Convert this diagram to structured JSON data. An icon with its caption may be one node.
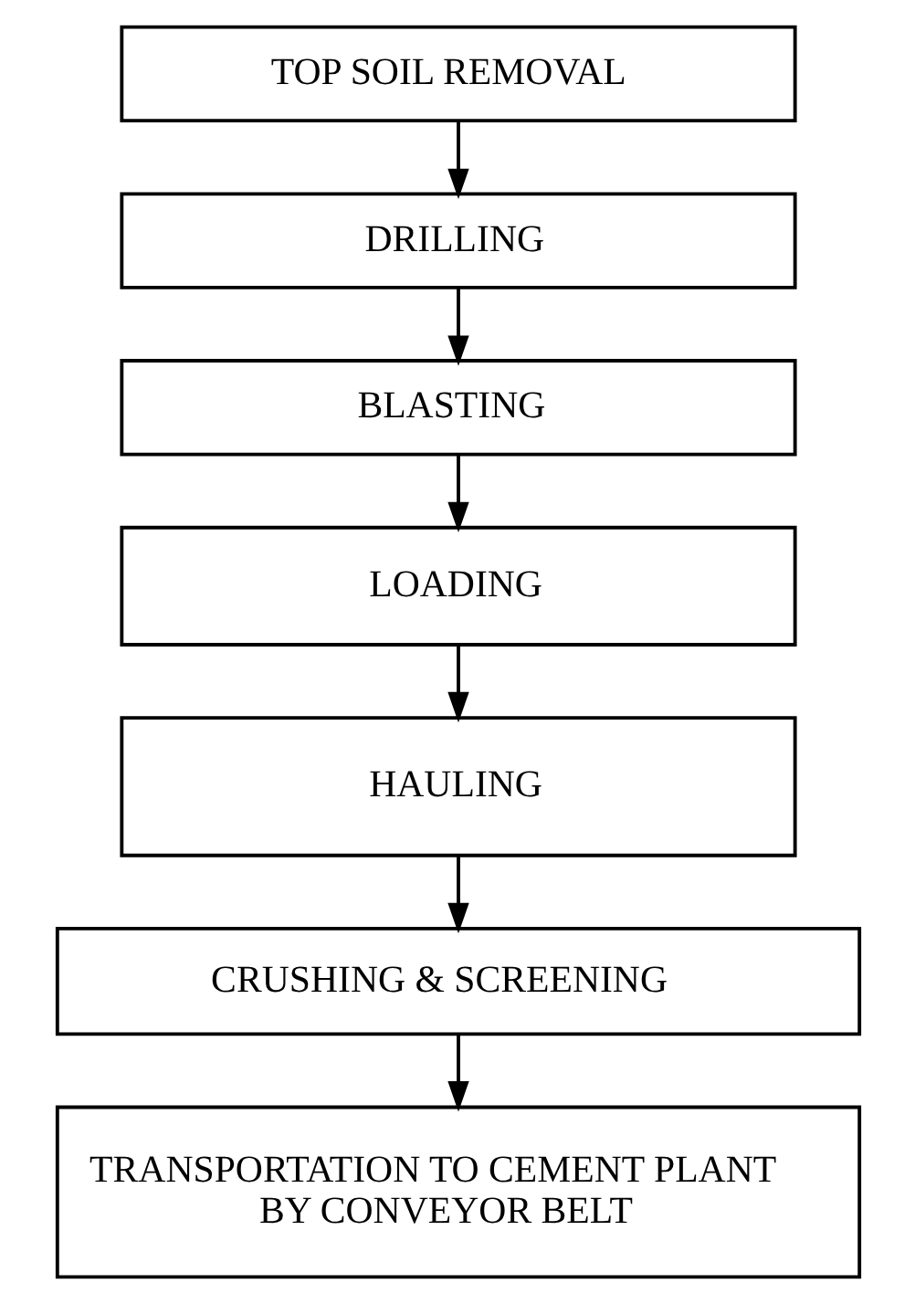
{
  "diagram": {
    "nodes": [
      {
        "text": [
          "TOP SOIL REMOVAL"
        ]
      },
      {
        "text": [
          "DRILLING"
        ]
      },
      {
        "text": [
          "BLASTING"
        ]
      },
      {
        "text": [
          "LOADING"
        ]
      },
      {
        "text": [
          "HAULING"
        ]
      },
      {
        "text": [
          "CRUSHING & SCREENING"
        ]
      },
      {
        "text": [
          "TRANSPORTATION TO CEMENT PLANT BY CONVEYOR BELT"
        ]
      }
    ],
    "edges": [
      {
        "from": 0,
        "to": 1,
        "arrow": "to"
      },
      {
        "from": 1,
        "to": 2,
        "arrow": "to"
      },
      {
        "from": 2,
        "to": 3,
        "arrow": "to"
      },
      {
        "from": 3,
        "to": 4,
        "arrow": "to"
      },
      {
        "from": 4,
        "to": 5,
        "arrow": "to"
      },
      {
        "from": 5,
        "to": 6,
        "arrow": "to"
      }
    ]
  }
}
